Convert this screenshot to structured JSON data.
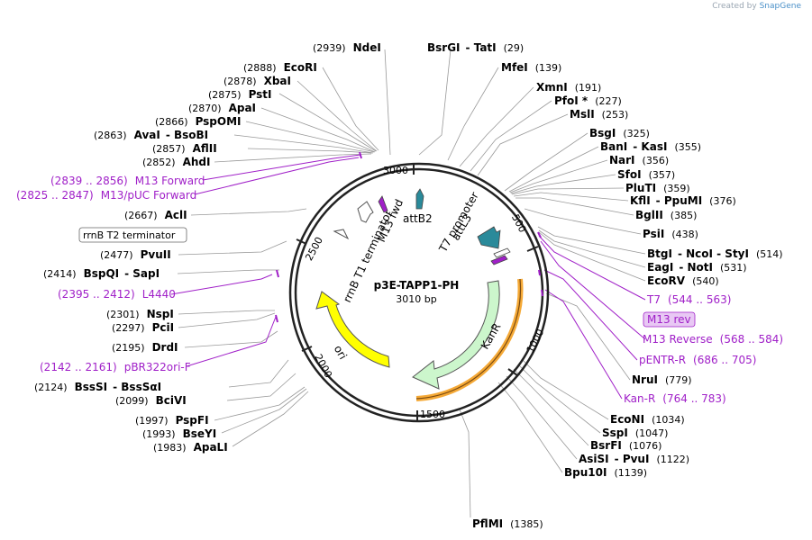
{
  "credit": {
    "prefix": "Created by",
    "brand": "SnapGene"
  },
  "plasmid": {
    "name": "p3E-TAPP1-PH",
    "length_label": "3010 bp"
  },
  "ticks": [
    {
      "label": "3000"
    },
    {
      "label": "500"
    },
    {
      "label": "1000"
    },
    {
      "label": "1500"
    },
    {
      "label": "2000"
    },
    {
      "label": "2500"
    }
  ],
  "features": [
    {
      "label": "rrnB T1 terminator"
    },
    {
      "label": "M13 fwd"
    },
    {
      "label": "attB2"
    },
    {
      "label": "attL3"
    },
    {
      "label": "T7 promoter"
    },
    {
      "label": "KanR"
    },
    {
      "label": "ori"
    }
  ],
  "left_sites": [
    {
      "pos": "(2939)",
      "name": "NdeI",
      "extra": ""
    },
    {
      "pos": "(2888)",
      "name": "EcoRI",
      "extra": ""
    },
    {
      "pos": "(2878)",
      "name": "XbaI",
      "extra": ""
    },
    {
      "pos": "(2875)",
      "name": "PstI",
      "extra": ""
    },
    {
      "pos": "(2870)",
      "name": "ApaI",
      "extra": ""
    },
    {
      "pos": "(2866)",
      "name": "PspOMI",
      "extra": ""
    },
    {
      "pos": "(2863)",
      "name": "AvaI",
      "extra": "-  BsoBI"
    },
    {
      "pos": "(2857)",
      "name": "AflII",
      "extra": ""
    },
    {
      "pos": "(2852)",
      "name": "AhdI",
      "extra": ""
    },
    {
      "pos": "(2667)",
      "name": "AclI",
      "extra": ""
    },
    {
      "pos": "(2477)",
      "name": "PvuII",
      "extra": ""
    },
    {
      "pos": "(2414)",
      "name": "BspQI",
      "extra": "-  SapI"
    },
    {
      "pos": "(2301)",
      "name": "NspI",
      "extra": ""
    },
    {
      "pos": "(2297)",
      "name": "PciI",
      "extra": ""
    },
    {
      "pos": "(2195)",
      "name": "DrdI",
      "extra": ""
    },
    {
      "pos": "(2124)",
      "name": "BssSI",
      "extra": "-  BssSαI"
    },
    {
      "pos": "(2099)",
      "name": "BciVI",
      "extra": ""
    },
    {
      "pos": "(1997)",
      "name": "PspFI",
      "extra": ""
    },
    {
      "pos": "(1993)",
      "name": "BseYI",
      "extra": ""
    },
    {
      "pos": "(1983)",
      "name": "ApaLI",
      "extra": ""
    }
  ],
  "left_primers": [
    {
      "range": "(2839 .. 2856)",
      "name": "M13 Forward"
    },
    {
      "range": "(2825 .. 2847)",
      "name": "M13/pUC Forward"
    },
    {
      "range": "(2395 .. 2412)",
      "name": "L4440"
    },
    {
      "range": "(2142 .. 2161)",
      "name": "pBR322ori-F"
    }
  ],
  "boxed_left": {
    "label": "rrnB T2 terminator"
  },
  "right_sites": [
    {
      "name": "BsrGI",
      "extra": "-  TatI",
      "pos": "(29)"
    },
    {
      "name": "MfeI",
      "extra": "",
      "pos": "(139)"
    },
    {
      "name": "XmnI",
      "extra": "",
      "pos": "(191)"
    },
    {
      "name": "PfoI *",
      "extra": "",
      "pos": "(227)"
    },
    {
      "name": "MslI",
      "extra": "",
      "pos": "(253)"
    },
    {
      "name": "BsgI",
      "extra": "",
      "pos": "(325)"
    },
    {
      "name": "BanI",
      "extra": "-  KasI",
      "pos": "(355)"
    },
    {
      "name": "NarI",
      "extra": "",
      "pos": "(356)"
    },
    {
      "name": "SfoI",
      "extra": "",
      "pos": "(357)"
    },
    {
      "name": "PluTI",
      "extra": "",
      "pos": "(359)"
    },
    {
      "name": "KflI",
      "extra": "-  PpuMI",
      "pos": "(376)"
    },
    {
      "name": "BglII",
      "extra": "",
      "pos": "(385)"
    },
    {
      "name": "PsiI",
      "extra": "",
      "pos": "(438)"
    },
    {
      "name": "BtgI",
      "extra": "-  NcoI  -  StyI",
      "pos": "(514)"
    },
    {
      "name": "EagI",
      "extra": "-  NotI",
      "pos": "(531)"
    },
    {
      "name": "EcoRV",
      "extra": "",
      "pos": "(540)"
    },
    {
      "name": "NruI",
      "extra": "",
      "pos": "(779)"
    },
    {
      "name": "EcoNI",
      "extra": "",
      "pos": "(1034)"
    },
    {
      "name": "SspI",
      "extra": "",
      "pos": "(1047)"
    },
    {
      "name": "BsrFI",
      "extra": "",
      "pos": "(1076)"
    },
    {
      "name": "AsiSI",
      "extra": "-  PvuI",
      "pos": "(1122)"
    },
    {
      "name": "Bpu10I",
      "extra": "",
      "pos": "(1139)"
    },
    {
      "name": "PflMI",
      "extra": "",
      "pos": "(1385)"
    }
  ],
  "right_primers": [
    {
      "name": "T7",
      "range": "(544 .. 563)"
    },
    {
      "name": "M13 Reverse",
      "range": "(568 .. 584)"
    },
    {
      "name": "pENTR-R",
      "range": "(686 .. 705)"
    },
    {
      "name": "Kan-R",
      "range": "(764 .. 783)"
    }
  ],
  "boxed_right": {
    "label": "M13 rev"
  },
  "colors": {
    "kanr": "#ccf6cc",
    "ori": "#ffff00",
    "primer": "#a020c8",
    "orange": "#f4a020",
    "teal": "#2a8a9a"
  }
}
